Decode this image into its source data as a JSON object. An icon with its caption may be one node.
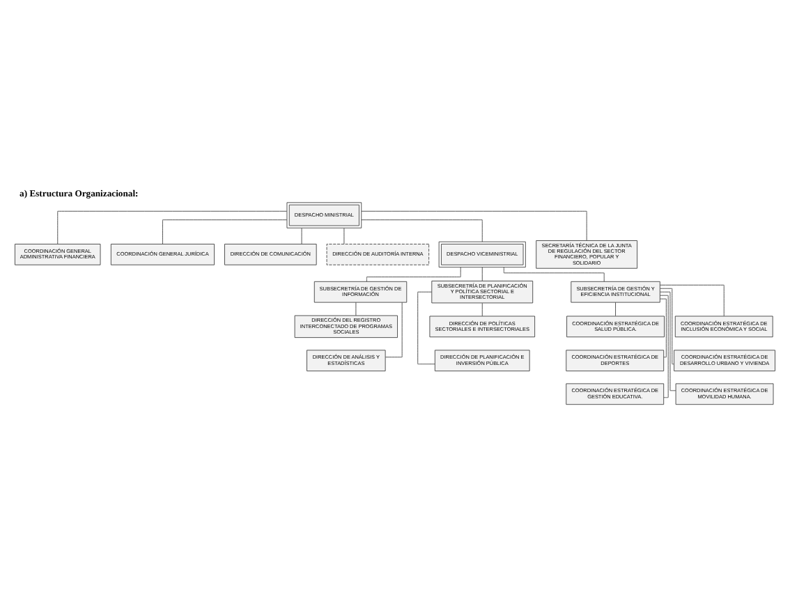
{
  "diagram": {
    "title": "a) Estructura Organizacional:",
    "nodes": [
      {
        "text": [
          "DESPACHO MINISTRIAL"
        ]
      },
      {
        "text": [
          "COORDINACIÓN GENERAL ADMINISTRATIVA FINANCIERA"
        ]
      },
      {
        "text": [
          "COORDINACIÓN GENERAL JURÍDICA"
        ]
      },
      {
        "text": [
          "DIRECCIÓN DE COMUNICACIÓN"
        ]
      },
      {
        "text": [
          "DIRECCIÓN DE AUDITORÍA INTERNA"
        ]
      },
      {
        "text": [
          "DESPACHO VICEMINISTRIAL"
        ]
      },
      {
        "text": [
          "SECRETARÍA TÉCNICA DE LA JUNTA DE REGULACIÓN DEL SECTOR FINANCIERO, POPULAR Y SOLIDARIO"
        ]
      },
      {
        "text": [
          "SUBSECRETRÍA DE GESTIÓN DE INFORMACIÓN"
        ]
      },
      {
        "text": [
          "SUBSECRETRÍA DE PLANIFICACIÓN Y POLÍTICA SECTORIAL E INTERSECTORIAL"
        ]
      },
      {
        "text": [
          "SUBSECRETRÍA DE GESTIÓN Y EFICIENCIA INSTITUCIONAL"
        ]
      },
      {
        "text": [
          "DIRECCIÓN DEL REGISTRO INTERCONECTADO DE PROGRAMAS SOCIALES"
        ]
      },
      {
        "text": [
          "DIRECCIÓN DE ANÁLISIS Y ESTADÍSTICAS"
        ]
      },
      {
        "text": [
          "DIRECCIÓN DE POLÍTICAS SECTORIALES E INTERSECTORIALES"
        ]
      },
      {
        "text": [
          "DIRECCIÓN DE PLANIFICACIÓN E INVERSIÓN PÚBLICA"
        ]
      },
      {
        "text": [
          "COORDINACIÓN ESTRATÉGICA DE SALUD PÚBLICA."
        ]
      },
      {
        "text": [
          "COORDINACIÓN ESTRATÉGICA DE INCLUSIÓN ECONÓMICA Y SOCIAL"
        ]
      },
      {
        "text": [
          "COORDINACIÓN ESTRATÉGICA DE DEPORTES"
        ]
      },
      {
        "text": [
          "COORDINACIÓN ESTRATÉGICA DE DESARROLLO URBANO Y VIVIENDA"
        ]
      },
      {
        "text": [
          "COORDINACIÓN ESTRATÉGICA DE GESTIÓN EDUCATIVA."
        ]
      },
      {
        "text": [
          "COORDINACIÓN ESTRATÉGICA DE MOVILIDAD HUMANA."
        ]
      }
    ],
    "edges": [
      {
        "from": 0,
        "to": 1,
        "arrow": "none"
      },
      {
        "from": 0,
        "to": 2,
        "arrow": "none"
      },
      {
        "from": 0,
        "to": 3,
        "arrow": "none"
      },
      {
        "from": 0,
        "to": 4,
        "arrow": "none"
      },
      {
        "from": 0,
        "to": 5,
        "arrow": "none"
      },
      {
        "from": 0,
        "to": 6,
        "arrow": "none"
      },
      {
        "from": 5,
        "to": 7,
        "arrow": "none"
      },
      {
        "from": 5,
        "to": 8,
        "arrow": "none"
      },
      {
        "from": 5,
        "to": 9,
        "arrow": "none"
      },
      {
        "from": 7,
        "to": 10,
        "arrow": "none"
      },
      {
        "from": 7,
        "to": 11,
        "arrow": "none"
      },
      {
        "from": 8,
        "to": 12,
        "arrow": "none"
      },
      {
        "from": 8,
        "to": 13,
        "arrow": "none"
      },
      {
        "from": 9,
        "to": 14,
        "arrow": "none"
      },
      {
        "from": 9,
        "to": 15,
        "arrow": "none"
      },
      {
        "from": 9,
        "to": 16,
        "arrow": "none"
      },
      {
        "from": 9,
        "to": 17,
        "arrow": "none"
      },
      {
        "from": 9,
        "to": 18,
        "arrow": "none"
      },
      {
        "from": 9,
        "to": 19,
        "arrow": "none"
      }
    ]
  }
}
